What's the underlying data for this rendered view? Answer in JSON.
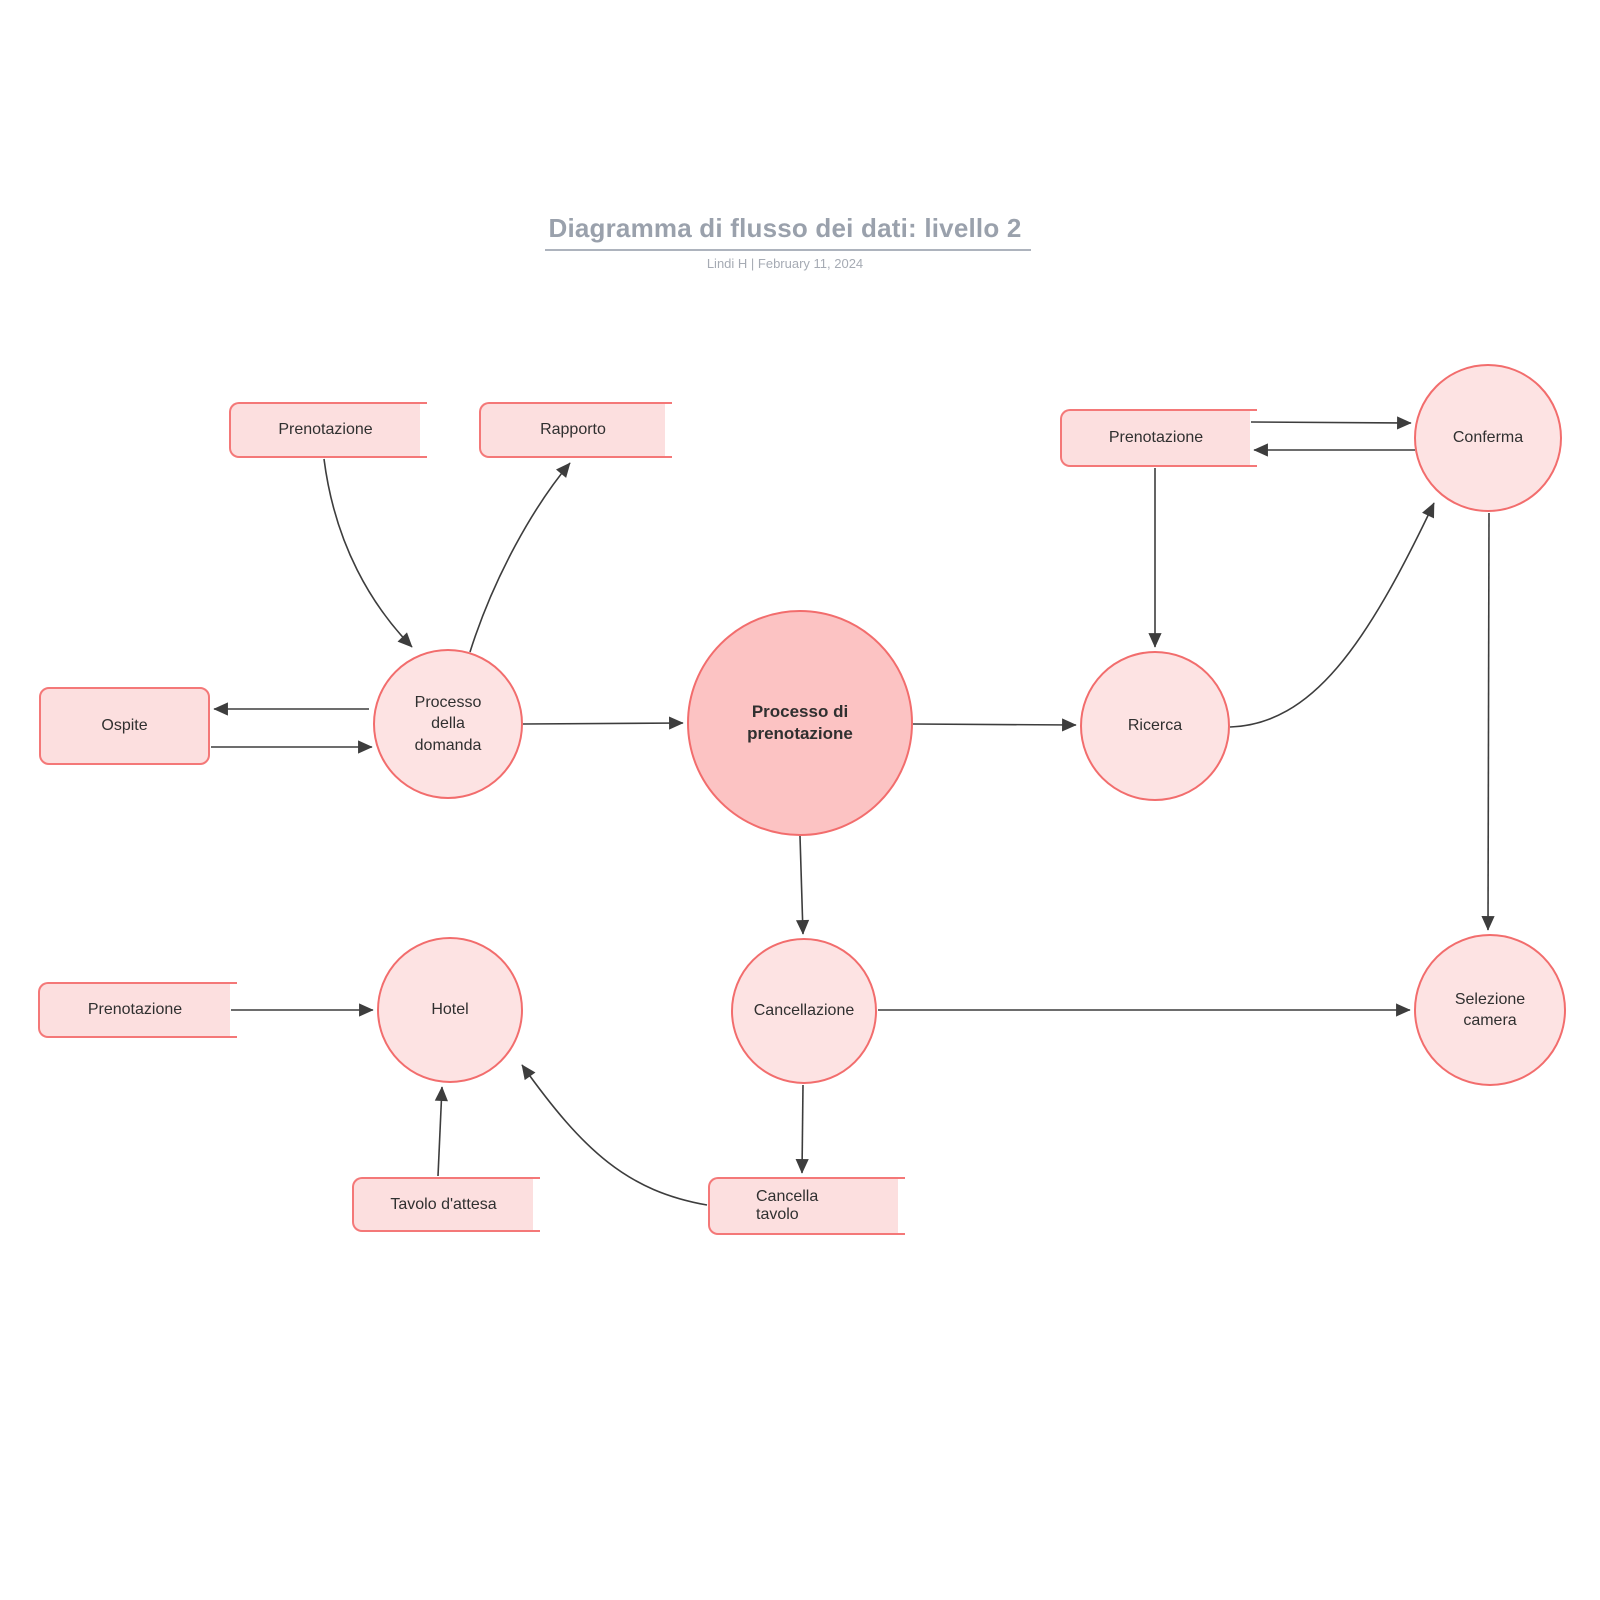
{
  "header": {
    "title": "Diagramma di flusso dei dati: livello 2",
    "byline": "Lindi H  |  February 11, 2024"
  },
  "colors": {
    "shape_fill_light": "#fde3e3",
    "shape_fill_dark": "#fcc3c3",
    "shape_border": "#f26d6d",
    "connector": "#3d3d3d",
    "title_text": "#9aa1ac",
    "label_text": "#303030"
  },
  "nodes": {
    "store_prenotazione_tl": {
      "label": "Prenotazione",
      "kind": "data-store"
    },
    "store_rapporto": {
      "label": "Rapporto",
      "kind": "data-store"
    },
    "store_prenotazione_tr": {
      "label": "Prenotazione",
      "kind": "data-store"
    },
    "entity_ospite": {
      "label": "Ospite",
      "kind": "external-entity"
    },
    "store_prenotazione_bl": {
      "label": "Prenotazione",
      "kind": "data-store"
    },
    "store_tavolo_attesa": {
      "label": "Tavolo d'attesa",
      "kind": "data-store"
    },
    "store_cancella_tavolo": {
      "label": "Cancella tavolo",
      "kind": "data-store"
    },
    "process_domanda": {
      "label": "Processo della domanda",
      "kind": "process"
    },
    "process_prenotazione": {
      "label": "Processo di prenotazione",
      "kind": "process-major"
    },
    "process_ricerca": {
      "label": "Ricerca",
      "kind": "process"
    },
    "process_conferma": {
      "label": "Conferma",
      "kind": "process"
    },
    "process_hotel": {
      "label": "Hotel",
      "kind": "process"
    },
    "process_cancellazione": {
      "label": "Cancellazione",
      "kind": "process"
    },
    "process_selezione_camera": {
      "label": "Selezione camera",
      "kind": "process"
    }
  },
  "edges": [
    {
      "from": "store_prenotazione_tl",
      "to": "process_domanda"
    },
    {
      "from": "process_domanda",
      "to": "store_rapporto"
    },
    {
      "from": "process_domanda",
      "to": "entity_ospite"
    },
    {
      "from": "entity_ospite",
      "to": "process_domanda"
    },
    {
      "from": "process_domanda",
      "to": "process_prenotazione"
    },
    {
      "from": "process_prenotazione",
      "to": "process_ricerca"
    },
    {
      "from": "process_prenotazione",
      "to": "process_cancellazione"
    },
    {
      "from": "store_prenotazione_tr",
      "to": "process_ricerca"
    },
    {
      "from": "store_prenotazione_tr",
      "to": "process_conferma"
    },
    {
      "from": "process_conferma",
      "to": "store_prenotazione_tr"
    },
    {
      "from": "process_ricerca",
      "to": "process_conferma"
    },
    {
      "from": "process_conferma",
      "to": "process_selezione_camera"
    },
    {
      "from": "process_cancellazione",
      "to": "process_selezione_camera"
    },
    {
      "from": "process_cancellazione",
      "to": "store_cancella_tavolo"
    },
    {
      "from": "store_cancella_tavolo",
      "to": "process_hotel"
    },
    {
      "from": "store_tavolo_attesa",
      "to": "process_hotel"
    },
    {
      "from": "store_prenotazione_bl",
      "to": "process_hotel"
    }
  ]
}
